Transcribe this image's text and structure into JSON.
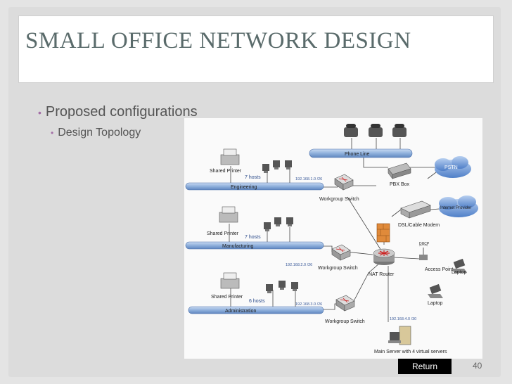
{
  "title": "SMALL OFFICE NETWORK DESIGN",
  "bullets": {
    "level1": "Proposed configurations",
    "level2": "Design Topology"
  },
  "diagram": {
    "phone_line": "Phone Line",
    "pbx": "PBX Box",
    "pstn": "PSTN",
    "isp": "Internet Provider",
    "modem": "DSL/Cable Modem",
    "router": "NAT Router",
    "access_point": "Access Point",
    "laptop1": "Laptop",
    "laptop2": "Laptop",
    "server": "Main Server with 4 virtual servers",
    "dhcp": "DHCP",
    "segments": [
      {
        "printer": "Shared Printer",
        "hosts": "7 hosts",
        "bus": "Engineering",
        "subnet": "192.168.1.0 /26",
        "switch": "Workgroup Switch"
      },
      {
        "printer": "Shared Printer",
        "hosts": "7 hosts",
        "bus": "Manufacturing",
        "subnet": "192.168.2.0 /26",
        "switch": "Workgroup Switch"
      },
      {
        "printer": "Shared Printer",
        "hosts": "6 hosts",
        "bus": "Administration",
        "subnet": "192.168.3.0 /26",
        "switch": "Workgroup Switch"
      }
    ],
    "server_subnet": "192.168.4.0 /30"
  },
  "footer": {
    "return_label": "Return",
    "page_number": "40"
  },
  "colors": {
    "title": "#5a6b6b",
    "bullet": "#a36ea6",
    "bus": "#8fb0dc",
    "firewall": "#e08a3a"
  }
}
